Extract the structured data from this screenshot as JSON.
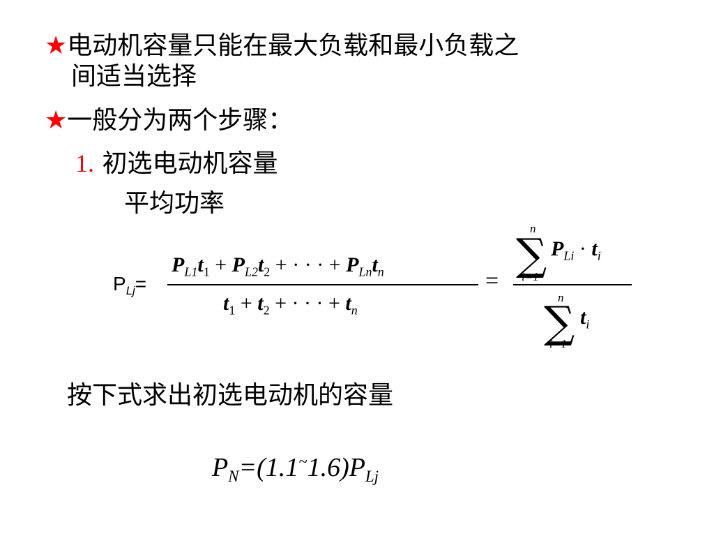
{
  "bullets": [
    {
      "star": "★",
      "line1": "电动机容量只能在最大负载和最小负载之",
      "line2": "间适当选择"
    },
    {
      "star": "★",
      "line1": "一般分为两个步骤："
    }
  ],
  "step": {
    "number": "1.",
    "title": "初选电动机容量"
  },
  "subheading": "平均功率",
  "formula1": {
    "lhs_base": "P",
    "lhs_sub": "Lj",
    "lhs_eq": "=",
    "num": {
      "t1_P": "P",
      "t1_Psub": "L1",
      "t1_t": "t",
      "t1_tsub": "1",
      "plus1": "+",
      "t2_P": "P",
      "t2_Psub": "L2",
      "t2_t": "t",
      "t2_tsub": "2",
      "plus_dots": "+ · · · +",
      "tn_P": "P",
      "tn_Psub": "Ln",
      "tn_t": "t",
      "tn_tsub": "n"
    },
    "den": {
      "a": "t",
      "a_sub": "1",
      "plus1": "+",
      "b": "t",
      "b_sub": "2",
      "plus_dots": "+ · · · +",
      "c": "t",
      "c_sub": "n"
    },
    "eq2": "=",
    "sum_num": {
      "sigma": "∑",
      "upper": "n",
      "lower": "i=1",
      "P": "P",
      "P_sub": "Li",
      "dot": "·",
      "t": "t",
      "t_sub": "i"
    },
    "sum_den": {
      "sigma": "∑",
      "upper": "n",
      "lower": "i=1",
      "t": "t",
      "t_sub": "i"
    }
  },
  "instruction": "按下式求出初选电动机的容量",
  "formula2": {
    "P": "P",
    "P_sub": "N",
    "eq_paren": "=(",
    "range": "1.1",
    "tilde": "~",
    "range2": "1.6)",
    "P2": "P",
    "P2_sub": "Lj"
  }
}
